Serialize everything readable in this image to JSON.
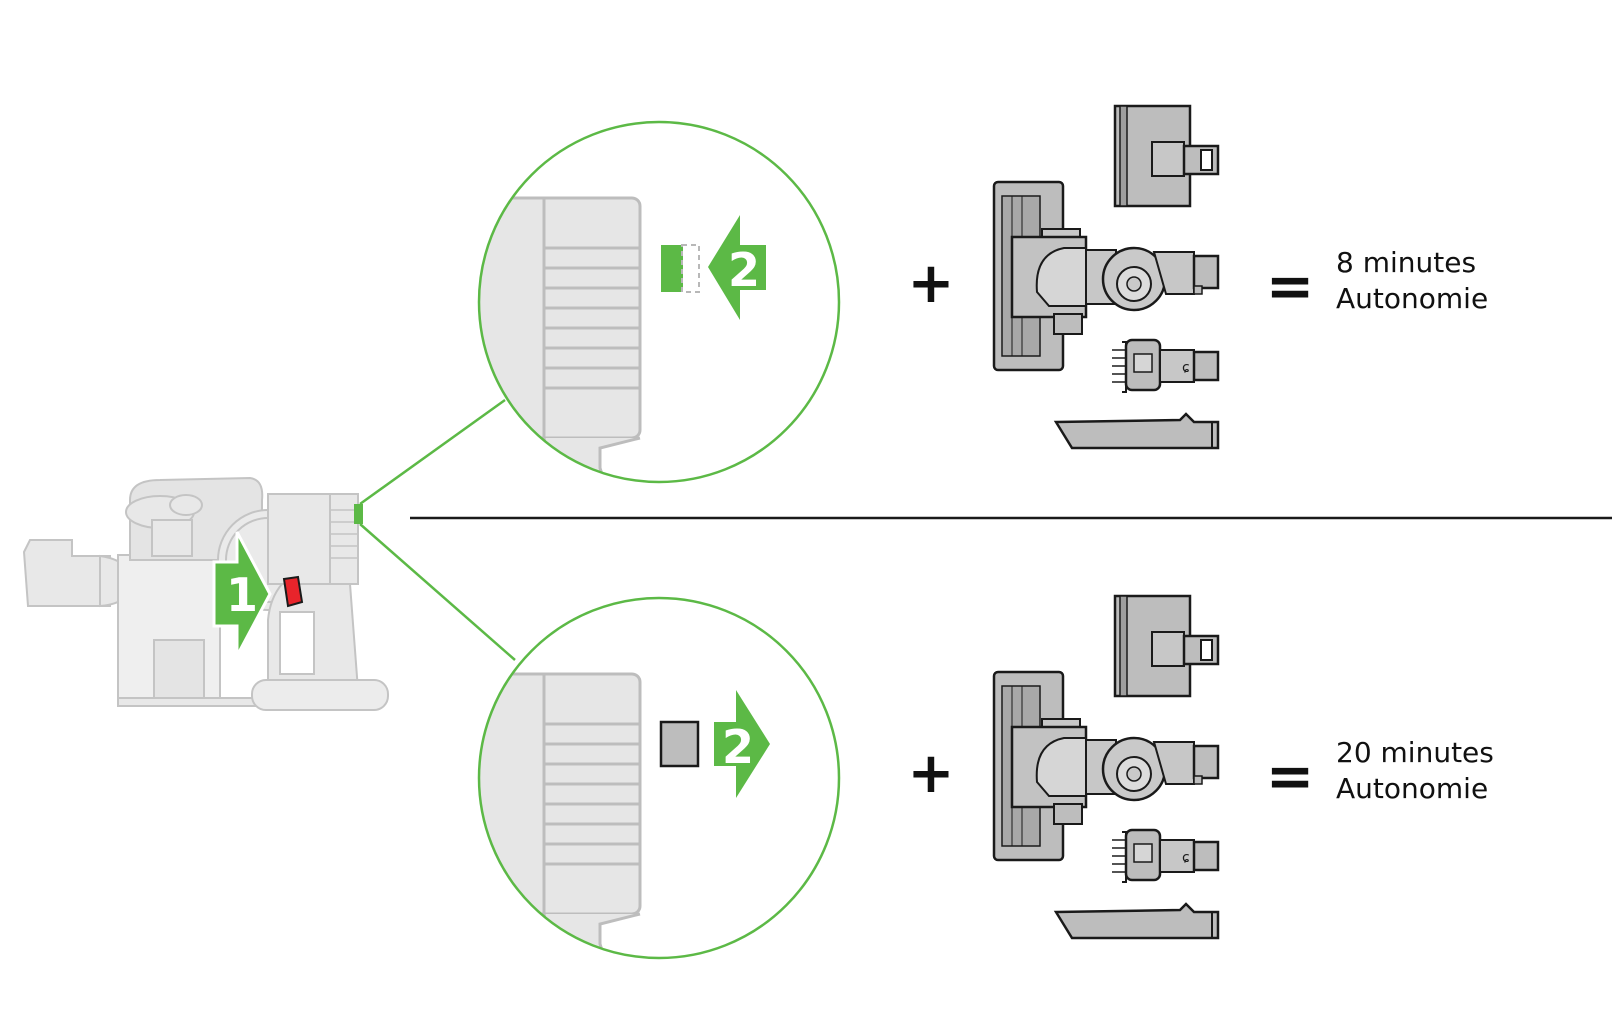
{
  "steps": {
    "step1": "1",
    "step2_top": "2",
    "step2_bottom": "2"
  },
  "operators": {
    "plus": "+",
    "equals": "="
  },
  "results": [
    {
      "minutes": "8 minutes",
      "label": "Autonomie"
    },
    {
      "minutes": "20 minutes",
      "label": "Autonomie"
    }
  ],
  "colors": {
    "accent_green": "#5cb946",
    "trigger_red": "#e8242b",
    "part_gray": "#b8b8b8",
    "body_gray": "#e6e6e6",
    "outline": "#1a1a1a"
  },
  "icons": [
    "handheld-vacuum-icon",
    "mode-switch-zoom-icon",
    "motorized-head-icon",
    "mini-turbo-tool-icon",
    "brush-tool-icon",
    "crevice-tool-icon"
  ]
}
